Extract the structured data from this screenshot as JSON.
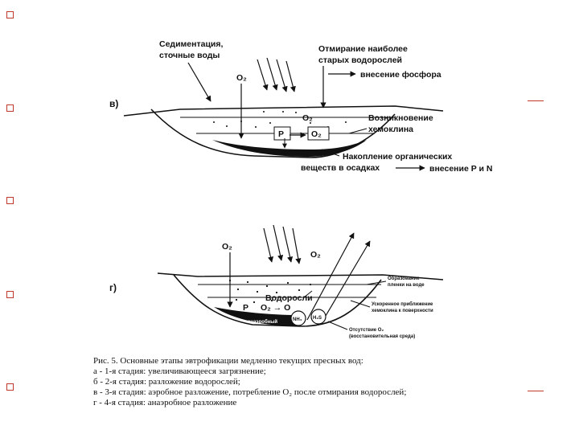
{
  "diagram_v": {
    "tag": "в)",
    "sedimentation": [
      "Седиментация,",
      "сточные воды"
    ],
    "o2_air": "O₂",
    "old_algae_death": [
      "Отмирание наиболее",
      "старых водорослей"
    ],
    "phosphorus_input": "внесение фосфора",
    "o2_surface": "O₂",
    "p_label": "P",
    "o2_bottom": "O₂",
    "hypolimnion": [
      "Возникновение",
      "хемоклина"
    ],
    "accumulation": [
      "Накопление органических",
      "веществ в осадках"
    ],
    "pn_input": "внесение P и N"
  },
  "diagram_g": {
    "tag": "г)",
    "o2_air": "O₂",
    "o2_release": "O₂",
    "surface_film": [
      "Образование",
      "пленки на воде"
    ],
    "algae": "Водоросли",
    "p_label": "P",
    "o2_conv": "O₂ → O",
    "nh4": "NH₄",
    "h2s": "H₂S",
    "bottom_layer": "анаэробный",
    "accelerated": [
      "Ускоренное приближение",
      "хемоклина к поверхности"
    ],
    "o2_absence": [
      "Отсутствие O₂",
      "(восстановительная среда)"
    ]
  },
  "caption": {
    "title": "Рис. 5. Основные этапы эвтрофикации медленно текущих пресных вод:",
    "lines": [
      "а - 1-я стадия: увеличивающееся загрязнение;",
      "б - 2-я стадия: разложение водорослей;",
      "в -  3-я стадия: аэробное разложение, потребление O₂ после отмирания водорослей;",
      "г - 4-я стадия: анаэробное разложение"
    ]
  },
  "colors": {
    "accent": "#c0392b",
    "ink": "#111111"
  }
}
